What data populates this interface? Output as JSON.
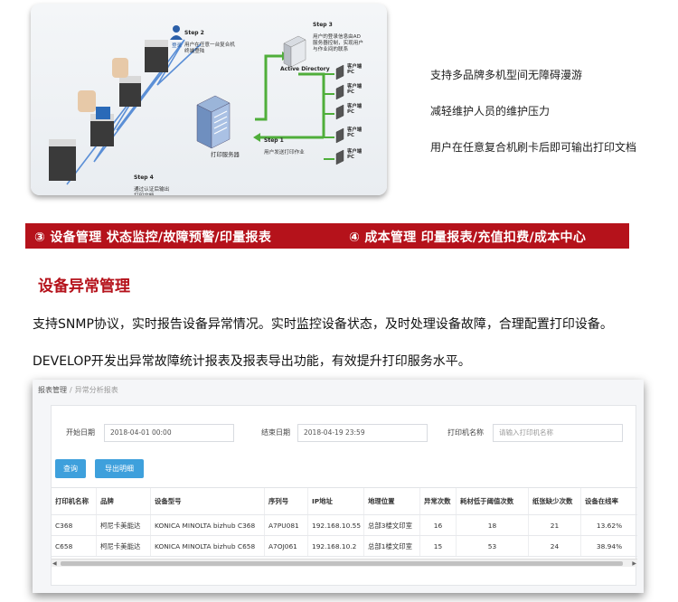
{
  "diagram": {
    "step2": {
      "title": "Step 2",
      "text": "用户在任意一台复合机\n终端登陆"
    },
    "step3": {
      "title": "Step 3",
      "text": "用户的登录信息由AD\n服务器控制，实现用户\n与作业间的联系"
    },
    "step1": {
      "title": "Step 1",
      "text": "用户发送打印作业"
    },
    "step4": {
      "title": "Step 4",
      "text": "通过认证后输出\n打印文档"
    },
    "ad_label": "Active Directory",
    "server_label": "打印服务器",
    "login_label": "登录",
    "pc_label": "客户端\nPC"
  },
  "features": [
    "支持多品牌多机型间无障碍漫游",
    "减轻维护人员的维护压力",
    "用户在任意复合机刷卡后即可输出打印文档"
  ],
  "banner": {
    "left": "③ 设备管理 状态监控/故障预警/印量报表",
    "right": "④ 成本管理 印量报表/充值扣费/成本中心"
  },
  "section_title": "设备异常管理",
  "paragraphs": [
    "支持SNMP协议，实时报告设备异常情况。实时监控设备状态，及时处理设备故障，合理配置打印设备。",
    "DEVELOP开发出异常故障统计报表及报表导出功能，有效提升打印服务水平。"
  ],
  "report": {
    "breadcrumb": [
      "报表管理",
      "异常分析报表"
    ],
    "filters": {
      "start_label": "开始日期",
      "start_value": "2018-04-01 00:00",
      "end_label": "结束日期",
      "end_value": "2018-04-19 23:59",
      "printer_label": "打印机名称",
      "printer_placeholder": "请输入打印机名称"
    },
    "buttons": {
      "query": "查询",
      "export": "导出明细"
    },
    "columns": [
      "打印机名称",
      "品牌",
      "设备型号",
      "序列号",
      "IP地址",
      "地理位置",
      "异常次数",
      "耗材低于阈值次数",
      "纸张缺少次数",
      "设备在线率"
    ],
    "rows": [
      [
        "C368",
        "柯尼卡美能达",
        "KONICA MINOLTA bizhub C368",
        "A7PU081",
        "192.168.10.55",
        "总部3楼文印室",
        "16",
        "18",
        "21",
        "13.62%"
      ],
      [
        "C658",
        "柯尼卡美能达",
        "KONICA MINOLTA bizhub C658",
        "A7OJ061",
        "192.168.10.2",
        "总部1楼文印室",
        "15",
        "53",
        "24",
        "38.94%"
      ]
    ]
  },
  "colors": {
    "accent_red": "#b5121b",
    "button_blue": "#3ea0dc"
  }
}
